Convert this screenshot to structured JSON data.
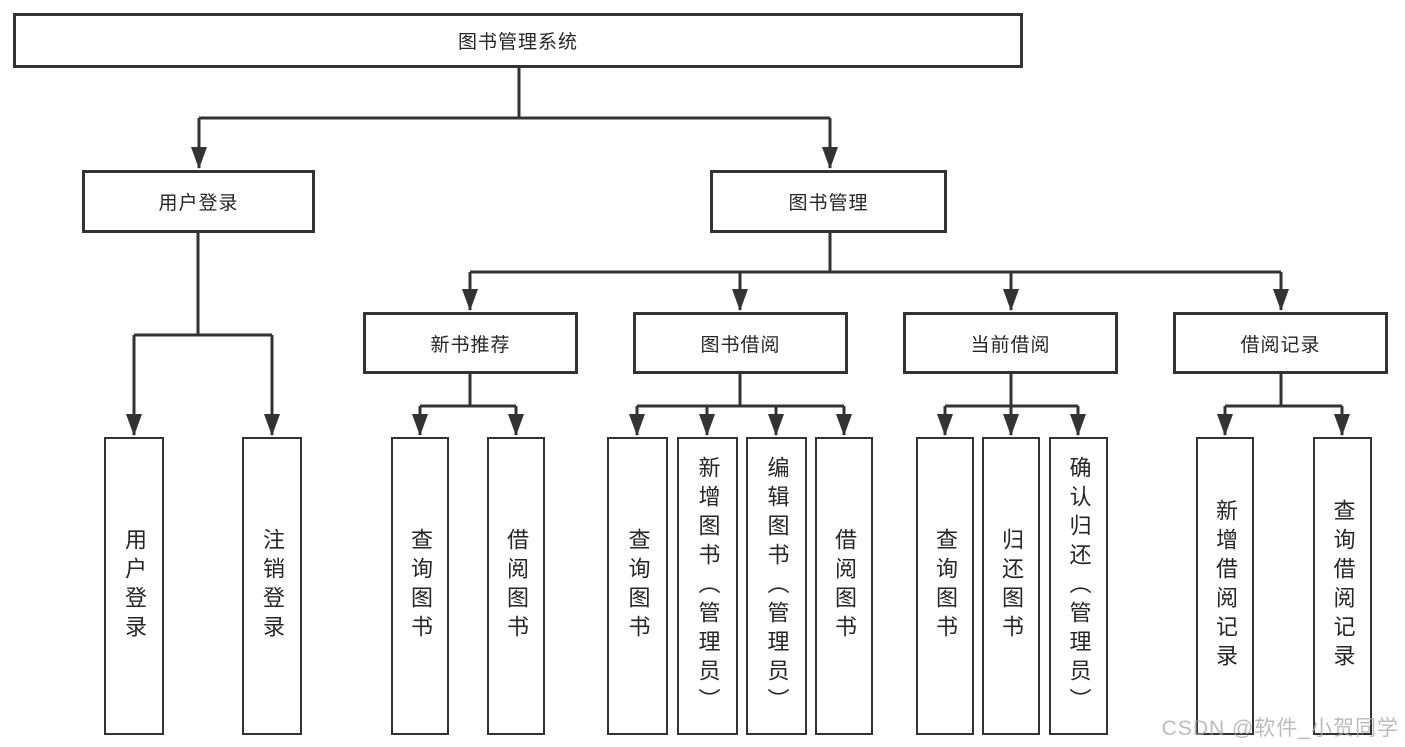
{
  "tree": {
    "label": "图书管理系统",
    "children": [
      {
        "label": "用户登录",
        "children": [
          {
            "label": "用户登录"
          },
          {
            "label": "注销登录"
          }
        ]
      },
      {
        "label": "图书管理",
        "children": [
          {
            "label": "新书推荐",
            "children": [
              {
                "label": "查询图书"
              },
              {
                "label": "借阅图书"
              }
            ]
          },
          {
            "label": "图书借阅",
            "children": [
              {
                "label": "查询图书"
              },
              {
                "label": "新增图书（管理员）"
              },
              {
                "label": "编辑图书（管理员）"
              },
              {
                "label": "借阅图书"
              }
            ]
          },
          {
            "label": "当前借阅",
            "children": [
              {
                "label": "查询图书"
              },
              {
                "label": "归还图书"
              },
              {
                "label": "确认归还（管理员）"
              }
            ]
          },
          {
            "label": "借阅记录",
            "children": [
              {
                "label": "新增借阅记录"
              },
              {
                "label": "查询借阅记录"
              }
            ]
          }
        ]
      }
    ]
  },
  "watermark": {
    "text": "CSDN @软件_小贺同学"
  },
  "colors": {
    "line": "#333333",
    "box_border": "#333333",
    "box_fill": "#ffffff",
    "text": "#262626",
    "watermark": "#a5a5a5"
  }
}
